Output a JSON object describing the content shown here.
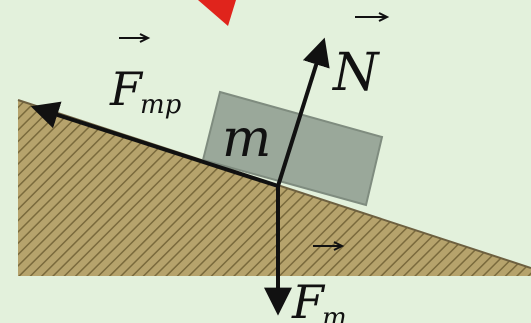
{
  "diagram": {
    "block_mass_label": "m",
    "force_friction": {
      "symbol": "F",
      "subscript": "тр"
    },
    "force_normal": {
      "symbol": "N"
    },
    "force_gravity": {
      "symbol": "F",
      "subscript": "т"
    }
  },
  "colors": {
    "background": "#e3f1dc",
    "incline_fill": "#b6a36c",
    "incline_hatch": "#7a6a3c",
    "block_fill": "#9aa89a",
    "block_edge": "#7f8c7f",
    "vector": "#111111",
    "red_mark": "#e0241c"
  }
}
